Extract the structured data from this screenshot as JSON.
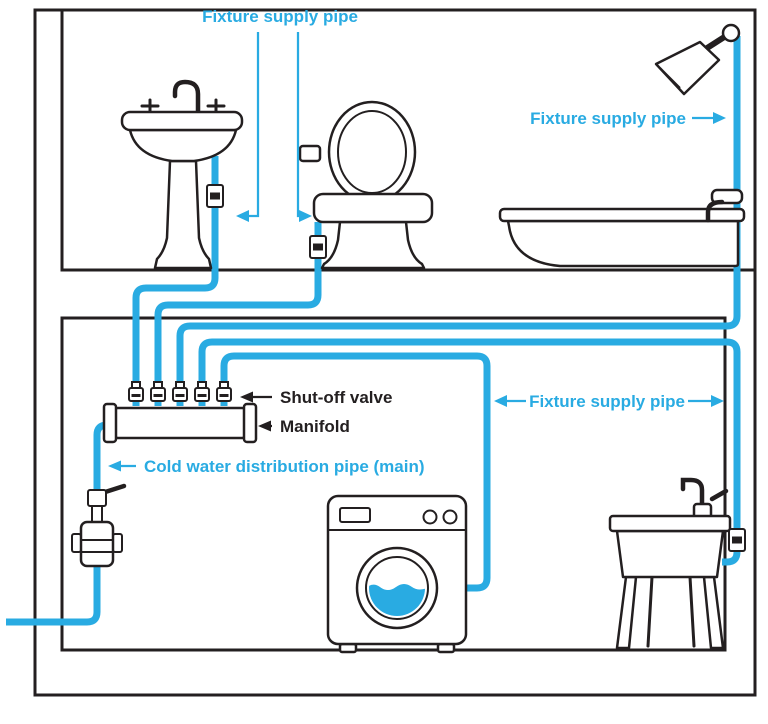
{
  "palette": {
    "pipe": "#29ABE2",
    "ink": "#231F20",
    "background": "#FFFFFF"
  },
  "labels": {
    "fixture_supply_top": "Fixture supply pipe",
    "fixture_supply_bath": "Fixture supply pipe",
    "fixture_supply_basement": "Fixture supply pipe",
    "shut_off_valve": "Shut-off valve",
    "manifold": "Manifold",
    "cold_main": "Cold water distribution pipe (main)"
  },
  "components": {
    "fixtures": [
      "pedestal sink",
      "toilet",
      "bathtub with shower",
      "washing machine",
      "utility sink"
    ],
    "supply_parts": [
      "cold water main",
      "main shut-off valve and meter",
      "manifold",
      "port shut-off valves",
      "fixture supply pipes",
      "inline shut-off valves"
    ]
  }
}
